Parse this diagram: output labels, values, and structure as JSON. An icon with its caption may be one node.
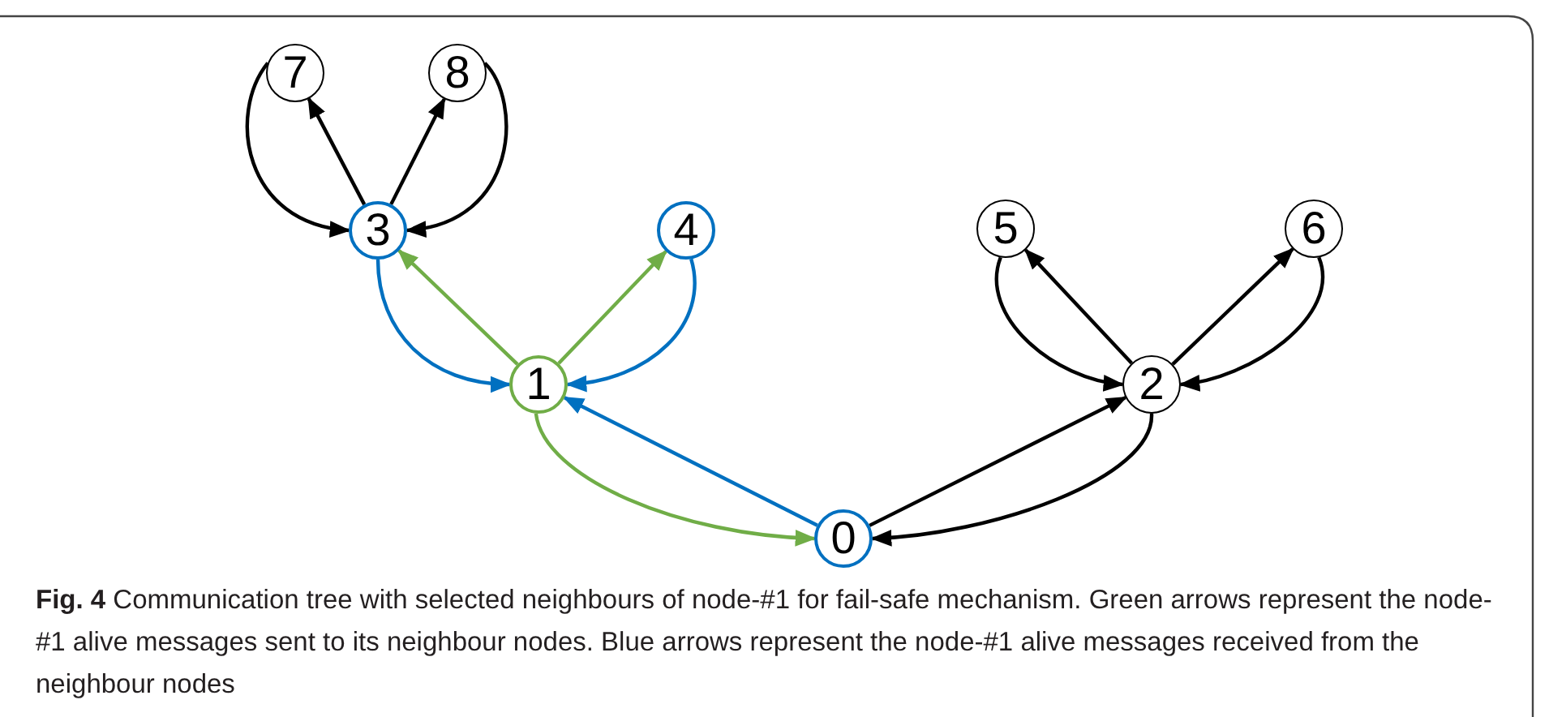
{
  "diagram": {
    "caption": "**Fig. 4** Communication tree with selected neighbours of node-#1 for fail-safe mechanism. Green arrows represent the node-#1 alive messages sent to its neighbour nodes. Blue arrows represent the node-#1 alive messages received from the neighbour nodes",
    "nodes": [
      {
        "text": [
          "0"
        ]
      },
      {
        "text": [
          "1"
        ]
      },
      {
        "text": [
          "2"
        ]
      },
      {
        "text": [
          "3"
        ]
      },
      {
        "text": [
          "4"
        ]
      },
      {
        "text": [
          "5"
        ]
      },
      {
        "text": [
          "6"
        ]
      },
      {
        "text": [
          "7"
        ]
      },
      {
        "text": [
          "8"
        ]
      }
    ],
    "edges": [
      {
        "from": 1,
        "to": 3,
        "arrow": "to",
        "color": "#70ad47"
      },
      {
        "from": 1,
        "to": 4,
        "arrow": "to",
        "color": "#70ad47"
      },
      {
        "from": 3,
        "to": 1,
        "arrow": "to",
        "color": "#0070c0"
      },
      {
        "from": 4,
        "to": 1,
        "arrow": "to",
        "color": "#0070c0"
      },
      {
        "from": 1,
        "to": 0,
        "arrow": "to",
        "color": "#70ad47"
      },
      {
        "from": 0,
        "to": 1,
        "arrow": "to",
        "color": "#0070c0"
      },
      {
        "from": 3,
        "to": 7,
        "arrow": "to"
      },
      {
        "from": 7,
        "to": 3,
        "arrow": "to"
      },
      {
        "from": 3,
        "to": 8,
        "arrow": "to"
      },
      {
        "from": 8,
        "to": 3,
        "arrow": "to"
      },
      {
        "from": 0,
        "to": 2,
        "arrow": "to"
      },
      {
        "from": 2,
        "to": 0,
        "arrow": "to"
      },
      {
        "from": 2,
        "to": 5,
        "arrow": "to"
      },
      {
        "from": 5,
        "to": 2,
        "arrow": "to"
      },
      {
        "from": 2,
        "to": 6,
        "arrow": "to"
      },
      {
        "from": 6,
        "to": 2,
        "arrow": "to"
      }
    ]
  }
}
